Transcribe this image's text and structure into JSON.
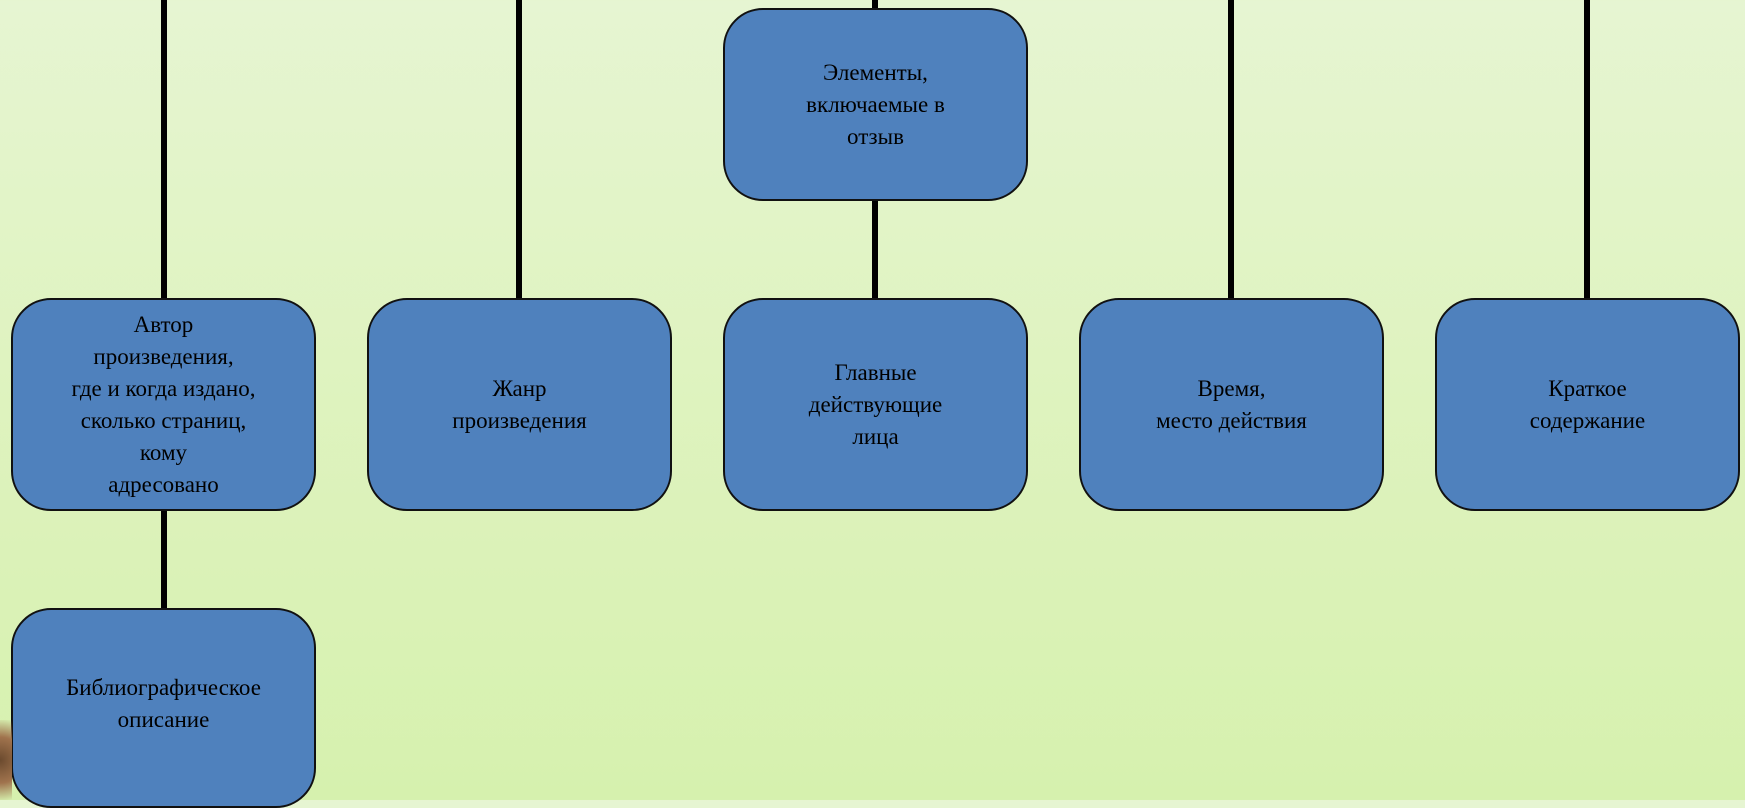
{
  "diagram": {
    "root": {
      "label": "Элементы,\nвключаемые в\nотзыв"
    },
    "children": [
      {
        "label": "Автор\nпроизведения,\nгде и когда издано,\nсколько страниц,\nкому\nадресовано"
      },
      {
        "label": "Жанр\nпроизведения"
      },
      {
        "label": "Главные\nдействующие\nлица"
      },
      {
        "label": "Время,\nместо действия"
      },
      {
        "label": "Краткое\nсодержание"
      }
    ],
    "sub_children": [
      {
        "label": "Библиографическое\nописание"
      }
    ],
    "colors": {
      "node_fill": "#4f81bd",
      "node_border": "#111111",
      "connector": "#000000",
      "background_top": "#e6f5d2",
      "background_bottom": "#d6f1ae"
    }
  }
}
